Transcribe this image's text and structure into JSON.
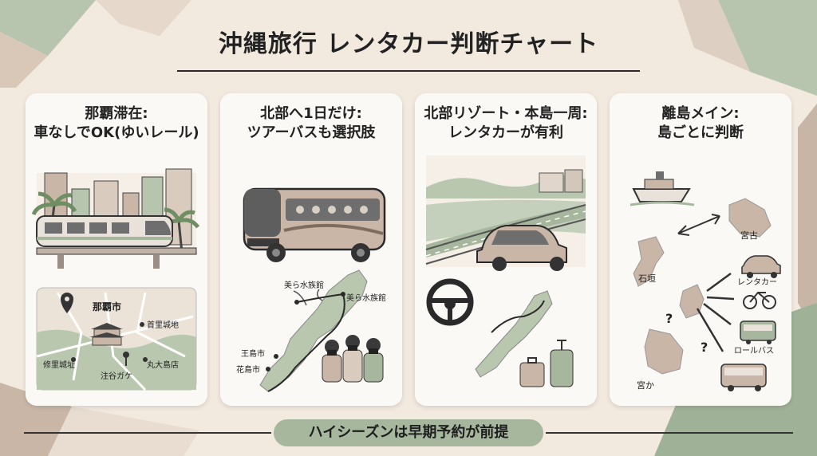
{
  "title": "沖縄旅行 レンタカー判断チャート",
  "cards": [
    {
      "title_line1": "那覇滞在:",
      "title_line2": "車なしでOK(ゆいレール)",
      "map_labels": {
        "city": "那覇市",
        "shuri": "⾸里城地",
        "shurijo_ruins": "修里城址",
        "maruhiro": "丸大島店",
        "station": "注谷ガケ"
      }
    },
    {
      "title_line1": "北部へ1日だけ:",
      "title_line2": "ツアーバスも選択肢",
      "map_labels": {
        "aquarium_top": "美ら水族館",
        "aquarium_right": "美ら水族館",
        "oujima": "王島市",
        "hanashima": "花島市"
      }
    },
    {
      "title_line1": "北部リゾート・本島一周:",
      "title_line2": "レンタカーが有利"
    },
    {
      "title_line1": "離島メイン:",
      "title_line2": "島ごとに判断",
      "map_labels": {
        "miyako": "宮古",
        "ishigaki": "石垣",
        "miyaka": "宮か",
        "rental_car": "レンタカー",
        "roll_bus": "ロールバス",
        "question": "?"
      }
    }
  ],
  "footer": "ハイシーズンは早期予約が前提",
  "colors": {
    "background": "#f2e9df",
    "sage": "#a6b79e",
    "taupe": "#c9b6a6",
    "dark": "#2a2a2a"
  }
}
